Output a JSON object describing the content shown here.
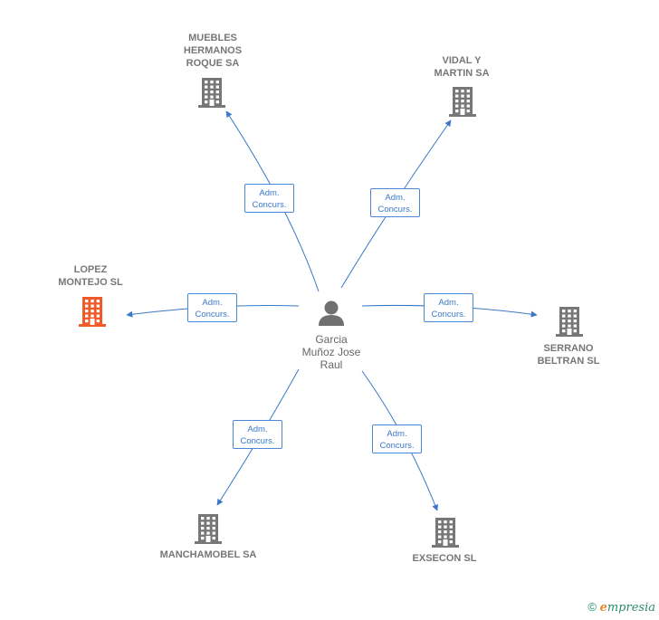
{
  "person": {
    "name": "Garcia\nMuñoz Jose\nRaul"
  },
  "companies": [
    {
      "key": "muebles",
      "name": "MUEBLES\nHERMANOS\nROQUE SA",
      "color": "#777777"
    },
    {
      "key": "vidal",
      "name": "VIDAL Y\nMARTIN SA",
      "color": "#777777"
    },
    {
      "key": "lopez",
      "name": "LOPEZ\nMONTEJO SL",
      "color": "#f05a28"
    },
    {
      "key": "serrano",
      "name": "SERRANO\nBELTRAN SL",
      "color": "#777777"
    },
    {
      "key": "manchamobel",
      "name": "MANCHAMOBEL SA",
      "color": "#777777"
    },
    {
      "key": "exsecon",
      "name": "EXSECON SL",
      "color": "#777777"
    }
  ],
  "edge_label": "Adm.\nConcurs.",
  "colors": {
    "edge": "#3a78c8",
    "icon": "#707070",
    "highlight": "#f05a28"
  },
  "footer": {
    "copyright": "©",
    "brand": "mpresia",
    "brand_initial": "e"
  }
}
